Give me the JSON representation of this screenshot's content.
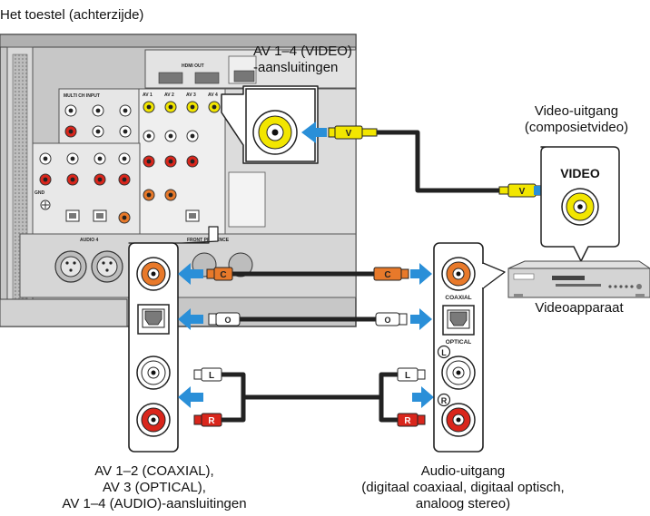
{
  "labels": {
    "device_caption": "Het toestel (achterzijde)",
    "av_video_line1": "AV 1–4 (VIDEO)",
    "av_video_line2": "-aansluitingen",
    "video_out_line1": "Video-uitgang",
    "video_out_line2": "(composietvideo)",
    "video_jack_label": "VIDEO",
    "video_device": "Videoapparaat",
    "left_line1": "AV 1–2 (COAXIAL),",
    "left_line2": "AV 3 (OPTICAL),",
    "left_line3": "AV 1–4 (AUDIO)-aansluitingen",
    "audio_out_line1": "Audio-uitgang",
    "audio_out_line2": "(digitaal coaxiaal, digitaal optisch,",
    "audio_out_line3": "analoog stereo)",
    "coaxial": "COAXIAL",
    "optical": "OPTICAL",
    "left_channel": "L",
    "right_channel": "R"
  },
  "cable_plugs": {
    "video": "V",
    "coaxial": "C",
    "left": "L",
    "right": "R"
  },
  "receiver_panel": {
    "hdmi_out": "HDMI OUT",
    "multi_ch_input": "MULTI CH INPUT",
    "av_inputs": [
      "AV 1",
      "AV 2",
      "AV 3",
      "AV 4"
    ],
    "gnd": "GND",
    "audio_section": "AUDIO 4",
    "front_presence": "FRONT PRESENCE"
  },
  "colors": {
    "video_yellow": "#f2e600",
    "coaxial_orange": "#e8792a",
    "right_red": "#d9261c",
    "arrow_blue": "#2a8fd8",
    "panel_gray": "#cfcfcf",
    "dark_gray": "#555555"
  },
  "icons": [
    "arrow-left-icon",
    "arrow-right-icon",
    "speech-pointer"
  ]
}
